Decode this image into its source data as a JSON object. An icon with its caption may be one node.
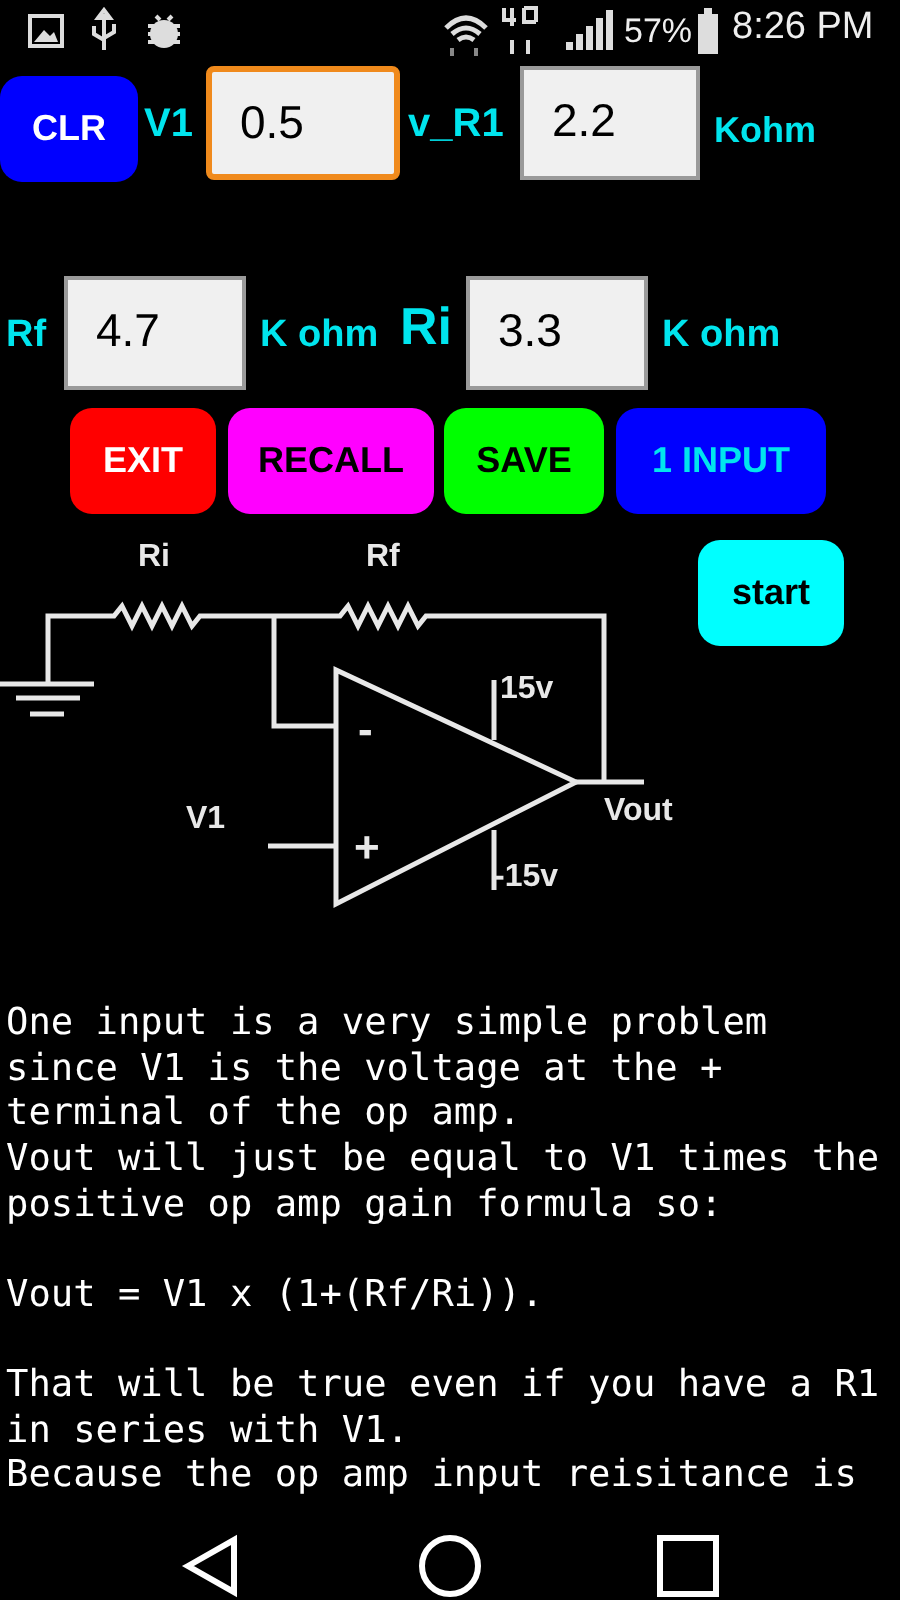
{
  "diagram": {
    "labels": [
      "57%",
      "8:26 PM",
      "CLR",
      "V1",
      "0.5",
      "v_R1",
      "2.2",
      "Kohm",
      "Rf",
      "4.7",
      "K ohm",
      "Ri",
      "3.3",
      "K ohm",
      "EXIT",
      "RECALL",
      "SAVE",
      "1 INPUT",
      "Ri",
      "Rf",
      "start",
      "15v",
      "-",
      "V1",
      "+",
      "Vout",
      "-15v",
      "One input is a very simple problem since V1 is the voltage at the + terminal of the op amp.",
      "Vout will just be equal to V1 times the positive op amp gain formula so:",
      "Vout = V1 x (1+(Rf/Ri)).",
      "That will be true even if you have a R1 in series with V1.",
      "Because the op amp input reisitance is"
    ]
  }
}
